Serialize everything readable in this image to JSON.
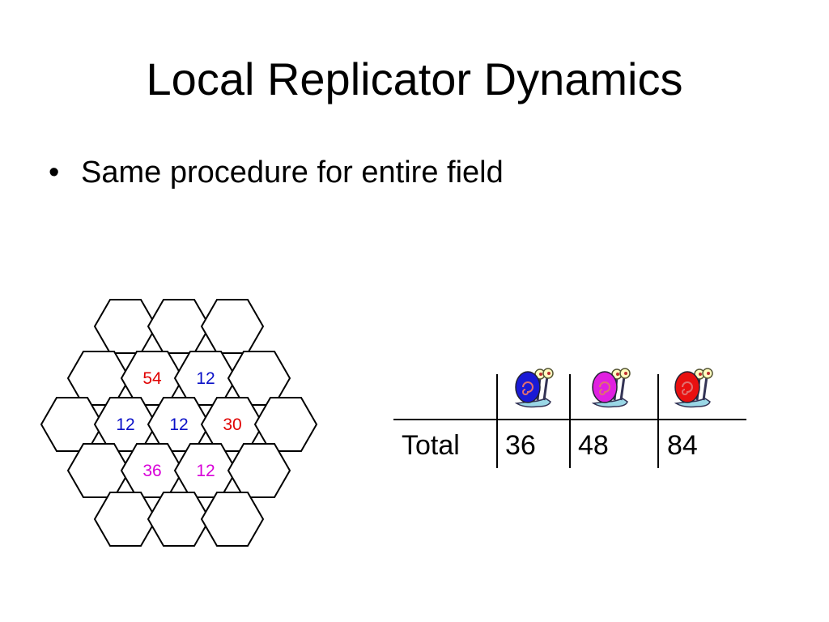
{
  "slide": {
    "title": "Local Replicator Dynamics",
    "bullets": [
      "Same procedure for entire field"
    ]
  },
  "colors": {
    "red": "#e00000",
    "blue": "#0a10c8",
    "magenta": "#d800d8"
  },
  "hex_grid": {
    "cells": [
      {
        "row": 2,
        "col": 2,
        "value": "54",
        "color": "red"
      },
      {
        "row": 2,
        "col": 3,
        "value": "12",
        "color": "blue"
      },
      {
        "row": 3,
        "col": 2,
        "value": "12",
        "color": "blue"
      },
      {
        "row": 3,
        "col": 3,
        "value": "12",
        "color": "blue"
      },
      {
        "row": 3,
        "col": 4,
        "value": "30",
        "color": "red"
      },
      {
        "row": 4,
        "col": 2,
        "value": "36",
        "color": "magenta"
      },
      {
        "row": 4,
        "col": 3,
        "value": "12",
        "color": "magenta"
      }
    ]
  },
  "totals_table": {
    "row_label": "Total",
    "columns": [
      {
        "icon": "blue-snail-icon",
        "shell_color": "#1a1ad6",
        "value": "36"
      },
      {
        "icon": "magenta-snail-icon",
        "shell_color": "#e020e0",
        "value": "48"
      },
      {
        "icon": "red-snail-icon",
        "shell_color": "#e81010",
        "value": "84"
      }
    ]
  }
}
